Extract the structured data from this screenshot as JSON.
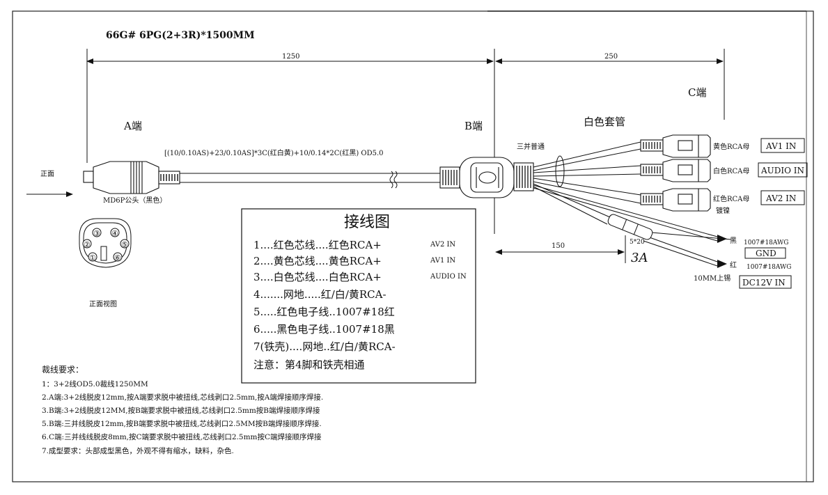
{
  "header": {
    "part_title": "66G# 6PG(2+3R)*1500MM"
  },
  "dimensions": {
    "d1250": "1250",
    "d250": "250",
    "d150": "150"
  },
  "ends": {
    "a": "A端",
    "b": "B端",
    "c": "C端"
  },
  "labels": {
    "front": "正面",
    "plug": "MD6P公头（黑色）",
    "front_view": "正面视图",
    "white_sleeve": "白色套管",
    "three_wire": "三并普通",
    "cable_spec": "[(10/0.10AS)+23/0.10AS]*3C(红白黄)+10/0.14*2C(红黑)  OD5.0",
    "nickel": "镀镍",
    "spec_5x20": "5*20",
    "amp": "3A",
    "tin": "10MM上锡"
  },
  "connectors": [
    {
      "female": "黄色RCA母",
      "port": "AV1 IN"
    },
    {
      "female": "白色RCA母",
      "port": "AUDIO IN"
    },
    {
      "female": "红色RCA母",
      "port": "AV2 IN"
    }
  ],
  "power": {
    "black_mark": "黑",
    "black_wire": "1007#18AWG",
    "gnd": "GND",
    "red_mark": "红",
    "red_wire": "1007#18AWG",
    "dc": "DC12V IN"
  },
  "pins": [
    "①",
    "②",
    "③",
    "④",
    "⑤",
    "⑥"
  ],
  "wiring": {
    "title": "接线图",
    "lines": [
      {
        "main": "1....红色芯线....红色RCA+",
        "tag": "AV2 IN"
      },
      {
        "main": "2....黄色芯线....黄色RCA+",
        "tag": "AV1 IN"
      },
      {
        "main": "3....白色芯线....白色RCA+",
        "tag": "AUDIO IN"
      },
      {
        "main": "4.......网地.....红/白/黄RCA-",
        "tag": ""
      },
      {
        "main": "5.....红色电子线..1007#18红",
        "tag": ""
      },
      {
        "main": "6.....黑色电子线..1007#18黑",
        "tag": ""
      },
      {
        "main": "7(铁壳)....网地..红/白/黄RCA-",
        "tag": ""
      },
      {
        "main": "注意：第4脚和铁壳相通",
        "tag": ""
      }
    ]
  },
  "requirements": {
    "heading": "裁线要求：",
    "items": [
      "1：3+2线OD5.0裁线1250MM",
      "2.A端:3+2线脱皮12mm,按A端要求脱中被扭线,芯线剥口2.5mm,按A端焊接顺序焊接.",
      "3.B端:3+2线脱皮12MM,按B端要求脱中被扭线,芯线剥口2.5mm按B端焊接顺序焊接",
      "5.B端:三并线脱皮12mm,按B端要求脱中被扭线,芯线剥口2.5MM按B端焊接顺序焊接.",
      "6.C端:三并线线脱皮8mm,按C端要求脱中被扭线,芯线剥口2.5mm按C端焊接顺序焊接",
      "7.成型要求：头部成型黑色，外观不得有缩水，缺料，杂色."
    ]
  }
}
